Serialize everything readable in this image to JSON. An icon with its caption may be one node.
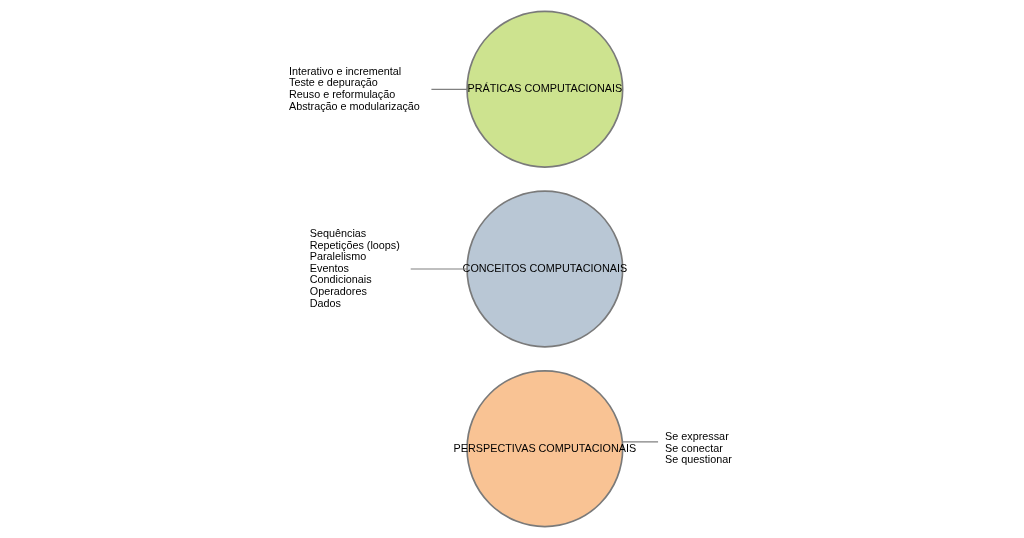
{
  "diagram": {
    "nodes": [
      {
        "text": [
          "PRÁTICAS COMPUTACIONAIS"
        ]
      },
      {
        "text": [
          "CONCEITOS COMPUTACIONAIS"
        ]
      },
      {
        "text": [
          "PERSPECTIVAS COMPUTACIONAIS"
        ]
      },
      {
        "text": [
          "Interativo e incremental",
          "Teste e depuração",
          "Reuso e reformulação",
          "Abstração e modularização"
        ]
      },
      {
        "text": [
          "Sequências",
          "Repetições (loops)",
          "Paralelismo",
          "Eventos",
          "Condicionais",
          "Operadores",
          "Dados"
        ]
      },
      {
        "text": [
          "Se expressar",
          "Se conectar",
          "Se questionar"
        ]
      }
    ],
    "edges": [
      {
        "from": 3,
        "to": 0,
        "arrow": "none"
      },
      {
        "from": 4,
        "to": 1,
        "arrow": "none"
      },
      {
        "from": 5,
        "to": 2,
        "arrow": "none"
      }
    ]
  }
}
